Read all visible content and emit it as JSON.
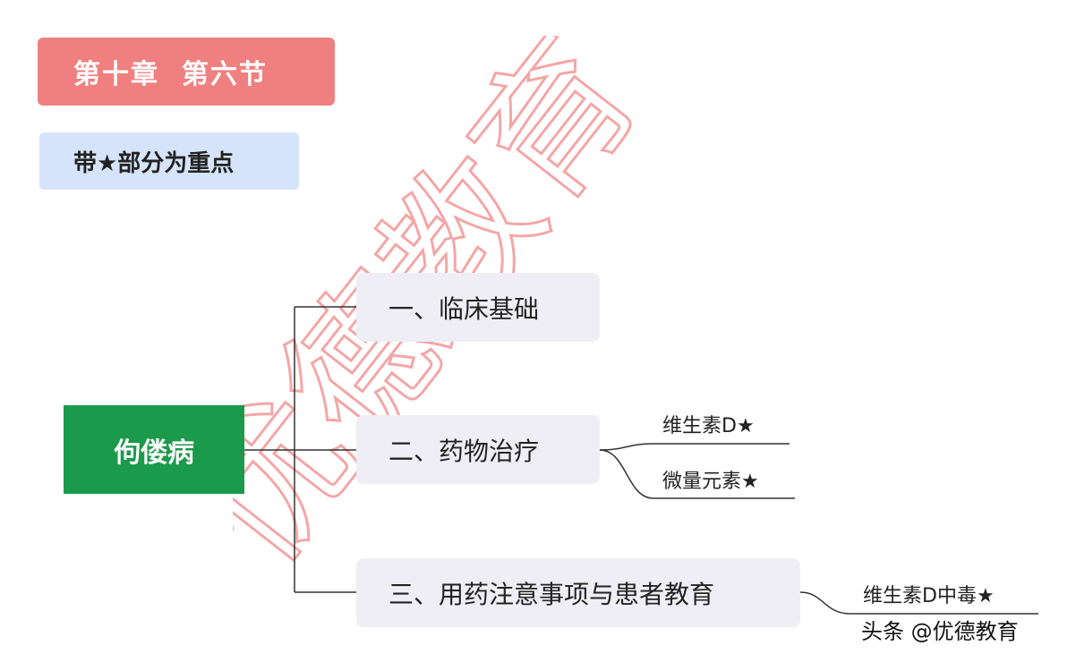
{
  "chapter_title": "第十章  第六节",
  "note": "带★部分为重点",
  "root": {
    "label": "佝偻病"
  },
  "branches": [
    {
      "label": "一、临床基础",
      "leaves": []
    },
    {
      "label": "二、药物治疗",
      "leaves": [
        "维生素D★",
        "微量元素★"
      ]
    },
    {
      "label": "三、用药注意事项与患者教育",
      "leaves": [
        "维生素D中毒★"
      ]
    }
  ],
  "watermark": "优德教育",
  "credit": "头条 @优德教育",
  "colors": {
    "chapter_bg": "#f08080",
    "note_bg": "#d6e4fb",
    "root_bg": "#1a9a4a",
    "branch_bg": "#eeeef4",
    "watermark": "#f4a6a6"
  }
}
